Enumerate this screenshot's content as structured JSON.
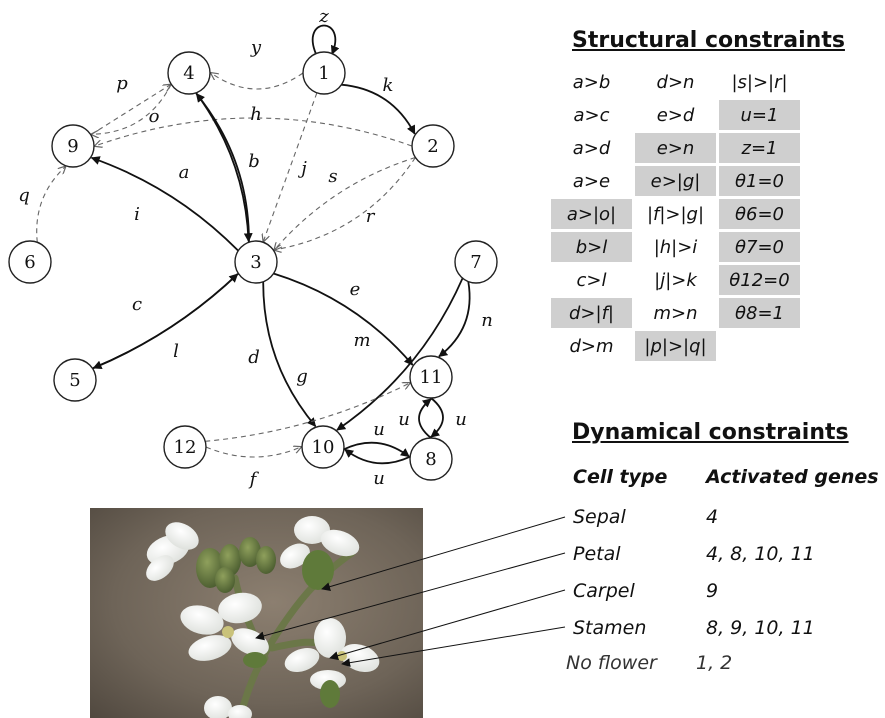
{
  "graph": {
    "nodes": [
      {
        "id": "1",
        "label": "1"
      },
      {
        "id": "2",
        "label": "2"
      },
      {
        "id": "3",
        "label": "3"
      },
      {
        "id": "4",
        "label": "4"
      },
      {
        "id": "5",
        "label": "5"
      },
      {
        "id": "6",
        "label": "6"
      },
      {
        "id": "7",
        "label": "7"
      },
      {
        "id": "8",
        "label": "8"
      },
      {
        "id": "9",
        "label": "9"
      },
      {
        "id": "10",
        "label": "10"
      },
      {
        "id": "11",
        "label": "11"
      },
      {
        "id": "12",
        "label": "12"
      }
    ],
    "edges": [
      {
        "id": "z",
        "from": "1",
        "to": "1",
        "label": "z",
        "style": "solid"
      },
      {
        "id": "y",
        "from": "1",
        "to": "4",
        "label": "y",
        "style": "dashed"
      },
      {
        "id": "k",
        "from": "1",
        "to": "2",
        "label": "k",
        "style": "solid"
      },
      {
        "id": "j",
        "from": "1",
        "to": "3",
        "label": "j",
        "style": "dashed"
      },
      {
        "id": "p",
        "from": "4",
        "to": "9",
        "label": "p",
        "style": "dashed"
      },
      {
        "id": "o",
        "from": "9",
        "to": "4",
        "label": "o",
        "style": "dashed"
      },
      {
        "id": "h",
        "from": "2",
        "to": "9",
        "label": "h",
        "style": "dashed"
      },
      {
        "id": "a",
        "from": "3",
        "to": "4",
        "label": "a",
        "style": "solid"
      },
      {
        "id": "b",
        "from": "4",
        "to": "3",
        "label": "b",
        "style": "solid"
      },
      {
        "id": "s",
        "from": "2",
        "to": "3",
        "label": "s",
        "style": "dashed"
      },
      {
        "id": "r",
        "from": "2",
        "to": "3",
        "label": "r",
        "style": "dashed"
      },
      {
        "id": "q",
        "from": "6",
        "to": "9",
        "label": "q",
        "style": "dashed"
      },
      {
        "id": "i",
        "from": "3",
        "to": "9",
        "label": "i",
        "style": "solid"
      },
      {
        "id": "c",
        "from": "3",
        "to": "5",
        "label": "c",
        "style": "solid"
      },
      {
        "id": "l",
        "from": "5",
        "to": "3",
        "label": "l",
        "style": "solid"
      },
      {
        "id": "e",
        "from": "3",
        "to": "11",
        "label": "e",
        "style": "solid"
      },
      {
        "id": "d",
        "from": "3",
        "to": "10",
        "label": "d",
        "style": "solid"
      },
      {
        "id": "m",
        "from": "7",
        "to": "10",
        "label": "m",
        "style": "solid"
      },
      {
        "id": "n",
        "from": "7",
        "to": "11",
        "label": "n",
        "style": "solid"
      },
      {
        "id": "g",
        "from": "12",
        "to": "11",
        "label": "g",
        "style": "dashed"
      },
      {
        "id": "f",
        "from": "12",
        "to": "10",
        "label": "f",
        "style": "dashed"
      },
      {
        "id": "u1",
        "from": "8",
        "to": "11",
        "label": "u",
        "style": "solid"
      },
      {
        "id": "u2",
        "from": "11",
        "to": "8",
        "label": "u",
        "style": "solid"
      },
      {
        "id": "u3",
        "from": "8",
        "to": "10",
        "label": "u",
        "style": "solid"
      },
      {
        "id": "u4",
        "from": "10",
        "to": "8",
        "label": "u",
        "style": "solid"
      }
    ]
  },
  "structural": {
    "title": "Structural constraints",
    "rows": [
      [
        {
          "text": "a>b",
          "shaded": false
        },
        {
          "text": "d>n",
          "shaded": false
        },
        {
          "text": "|s|>|r|",
          "shaded": false
        }
      ],
      [
        {
          "text": "a>c",
          "shaded": false
        },
        {
          "text": "e>d",
          "shaded": false
        },
        {
          "text": "u=1",
          "shaded": true
        }
      ],
      [
        {
          "text": "a>d",
          "shaded": false
        },
        {
          "text": "e>n",
          "shaded": true
        },
        {
          "text": "z=1",
          "shaded": true
        }
      ],
      [
        {
          "text": "a>e",
          "shaded": false
        },
        {
          "text": "e>|g|",
          "shaded": true
        },
        {
          "text": "θ1=0",
          "shaded": true
        }
      ],
      [
        {
          "text": "a>|o|",
          "shaded": true
        },
        {
          "text": "|f|>|g|",
          "shaded": false
        },
        {
          "text": "θ6=0",
          "shaded": true
        }
      ],
      [
        {
          "text": "b>l",
          "shaded": true
        },
        {
          "text": "|h|>i",
          "shaded": false
        },
        {
          "text": "θ7=0",
          "shaded": true
        }
      ],
      [
        {
          "text": "c>l",
          "shaded": false
        },
        {
          "text": "|j|>k",
          "shaded": false
        },
        {
          "text": "θ12=0",
          "shaded": true
        }
      ],
      [
        {
          "text": "d>|f|",
          "shaded": true
        },
        {
          "text": "m>n",
          "shaded": false
        },
        {
          "text": "θ8=1",
          "shaded": true
        }
      ],
      [
        {
          "text": "d>m",
          "shaded": false
        },
        {
          "text": "|p|>|q|",
          "shaded": true
        },
        {
          "text": "",
          "shaded": false
        }
      ]
    ]
  },
  "dynamical": {
    "title": "Dynamical constraints",
    "col_cell_type": "Cell type",
    "col_genes": "Activated genes",
    "rows": [
      {
        "cell_type": "Sepal",
        "genes": "4"
      },
      {
        "cell_type": "Petal",
        "genes": "4, 8, 10, 11"
      },
      {
        "cell_type": "Carpel",
        "genes": "9"
      },
      {
        "cell_type": "Stamen",
        "genes": "8, 9, 10, 11"
      },
      {
        "cell_type": "No flower",
        "genes": "1, 2"
      }
    ]
  }
}
